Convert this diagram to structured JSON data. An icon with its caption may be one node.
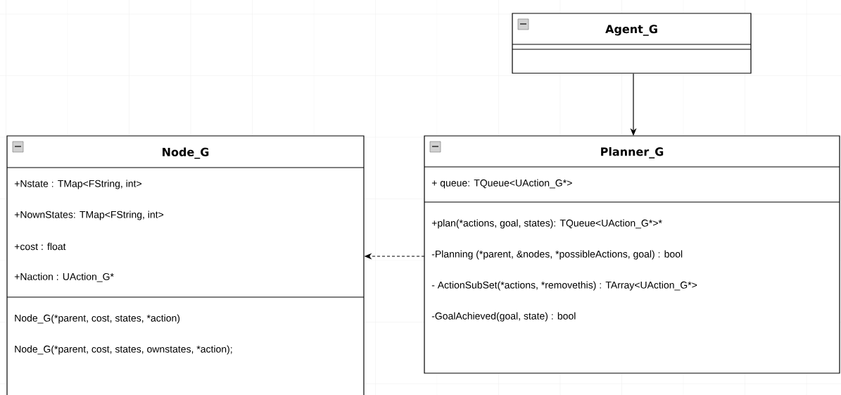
{
  "diagram": {
    "nodes": [
      {
        "text": [
          "Agent_G"
        ]
      },
      {
        "text": [
          "Node_G",
          "+Nstate : TMap<FString, int>",
          "+NownStates: TMap<FString, int>",
          "+cost : float",
          "+Naction : UAction_G*",
          "Node_G(*parent, cost, states, *action)",
          "Node_G(*parent, cost, states, ownstates, *action);"
        ]
      },
      {
        "text": [
          "Planner_G",
          "+ queue: TQueue<UAction_G*>",
          "+plan(*actions, goal, states): TQueue<UAction_G*>*",
          "-Planning (*parent, &nodes, *possibleActions, goal) : bool",
          "- ActionSubSet(*actions, *removethis) : TArray<UAction_G*>",
          "-GoalAchieved(goal, state) : bool"
        ]
      }
    ],
    "edges": [
      {
        "from": 0,
        "to": 2,
        "arrow": "to"
      },
      {
        "from": 2,
        "to": 1,
        "arrow": "to",
        "style": "dashed"
      }
    ]
  }
}
